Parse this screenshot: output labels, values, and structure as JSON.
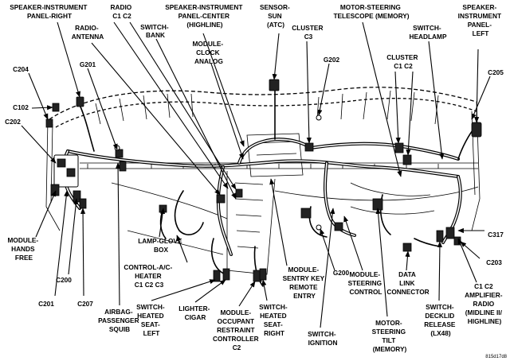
{
  "labels": {
    "speaker_instrument_panel_right": [
      "SPEAKER-INSTRUMENT",
      "PANEL-RIGHT"
    ],
    "radio_c1_c2": [
      "RADIO",
      "C1   C2"
    ],
    "speaker_instrument_panel_center": [
      "SPEAKER-INSTRUMENT",
      "PANEL-CENTER",
      "(HIGHLINE)"
    ],
    "sensor_sun": [
      "SENSOR-",
      "SUN",
      "(ATC)"
    ],
    "motor_steering_telescope": [
      "MOTOR-STEERING",
      "TELESCOPE (MEMORY)"
    ],
    "speaker_instrument_panel_left": [
      "SPEAKER-",
      "INSTRUMENT",
      "PANEL-",
      "LEFT"
    ],
    "radio_antenna": [
      "RADIO-",
      "ANTENNA"
    ],
    "switch_bank": [
      "SWITCH-",
      "BANK"
    ],
    "cluster_c3": [
      "CLUSTER",
      "C3"
    ],
    "switch_headlamp": [
      "SWITCH-",
      "HEADLAMP"
    ],
    "module_clock_analog": [
      "MODULE-",
      "CLOCK",
      "ANALOG"
    ],
    "cluster_c1_c2": [
      "CLUSTER",
      "C1   C2"
    ],
    "c204": "C204",
    "g201": "G201",
    "g202": "G202",
    "c205": "C205",
    "c102": "C102",
    "c202": "C202",
    "c317": "C317",
    "c203": "C203",
    "g200": "G200",
    "module_hands_free": [
      "MODULE-",
      "HANDS",
      "FREE"
    ],
    "c200": "C200",
    "c201": "C201",
    "c207": "C207",
    "lamp_glove_box": [
      "LAMP-GLOVE",
      "BOX"
    ],
    "control_ac_heater": [
      "CONTROL-A/C-",
      "HEATER",
      "C1   C2   C3"
    ],
    "module_sentry_key": [
      "MODULE-",
      "SENTRY KEY",
      "REMOTE",
      "ENTRY"
    ],
    "module_steering_control": [
      "MODULE-",
      "STEERING",
      "CONTROL"
    ],
    "data_link_connector": [
      "DATA",
      "LINK",
      "CONNECTOR"
    ],
    "amplifier_radio": [
      "C1   C2",
      "AMPLIFIER-",
      "RADIO",
      "(MIDLINE II/",
      "HIGHLINE)"
    ],
    "airbag_passenger_squib": [
      "AIRBAG-",
      "PASSENGER",
      "SQUIB"
    ],
    "switch_heated_seat_left": [
      "SWITCH-",
      "HEATED",
      "SEAT-",
      "LEFT"
    ],
    "lighter_cigar": [
      "LIGHTER-",
      "CIGAR"
    ],
    "module_occupant_restraint": [
      "MODULE-",
      "OCCUPANT",
      "RESTRAINT",
      "CONTROLLER",
      "C2"
    ],
    "switch_heated_seat_right": [
      "SWITCH-",
      "HEATED",
      "SEAT-",
      "RIGHT"
    ],
    "switch_ignition": [
      "SWITCH-",
      "IGNITION"
    ],
    "motor_steering_tilt": [
      "MOTOR-",
      "STEERING",
      "TILT",
      "(MEMORY)"
    ],
    "switch_decklid_release": [
      "SWITCH-",
      "DECKLID",
      "RELEASE",
      "(LX48)"
    ]
  },
  "figure_code": "815d17d8"
}
